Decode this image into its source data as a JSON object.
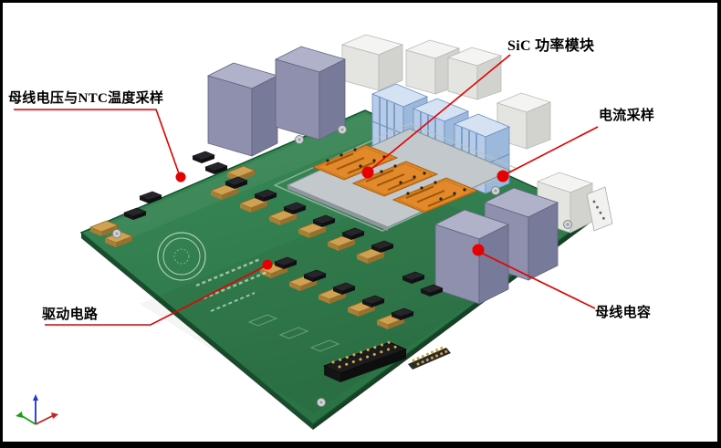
{
  "annotations": {
    "bus_ntc": {
      "label": "母线电压与NTC温度采样"
    },
    "sic_module": {
      "label": "SiC 功率模块"
    },
    "current_sampling": {
      "label": "电流采样"
    },
    "bus_capacitor": {
      "label": "母线电容"
    },
    "drive_circuit": {
      "label": "驱动电路"
    }
  },
  "colors": {
    "annotation_red": "#e60000",
    "pcb_green": "#2e7d4e",
    "electrolytic_capacitor_purple": "#8e90ad",
    "film_capacitor_blue": "#b5cbe7",
    "sic_module_orange": "#e2892b",
    "background": "#ffffff",
    "frame": "#000000",
    "axis_x_red": "#cc2020",
    "axis_y_green": "#18a018",
    "axis_z_blue": "#2233cc"
  }
}
